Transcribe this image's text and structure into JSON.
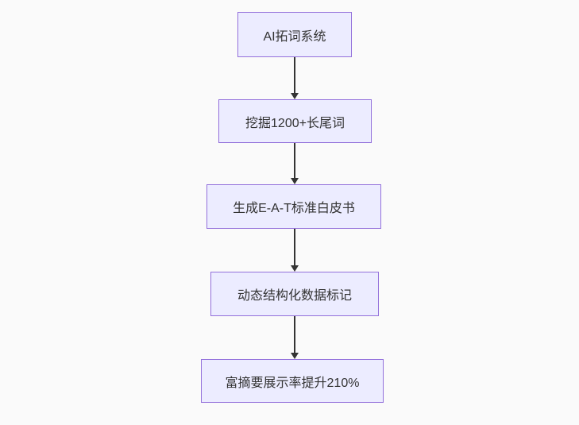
{
  "diagram": {
    "type": "flowchart",
    "direction": "top-down",
    "nodes": [
      {
        "label": "AI拓词系统"
      },
      {
        "label": "挖掘1200+长尾词"
      },
      {
        "label": "生成E-A-T标准白皮书"
      },
      {
        "label": "动态结构化数据标记"
      },
      {
        "label": "富摘要展示率提升210%"
      }
    ],
    "edges": [
      {
        "from": 0,
        "to": 1,
        "arrow": "down"
      },
      {
        "from": 1,
        "to": 2,
        "arrow": "down"
      },
      {
        "from": 2,
        "to": 3,
        "arrow": "down"
      },
      {
        "from": 3,
        "to": 4,
        "arrow": "down"
      }
    ],
    "colors": {
      "background": "#FAFAFA",
      "node_fill": "#ECECFF",
      "node_border": "#9370DB",
      "edge_line": "#333333",
      "text": "#333333"
    }
  }
}
